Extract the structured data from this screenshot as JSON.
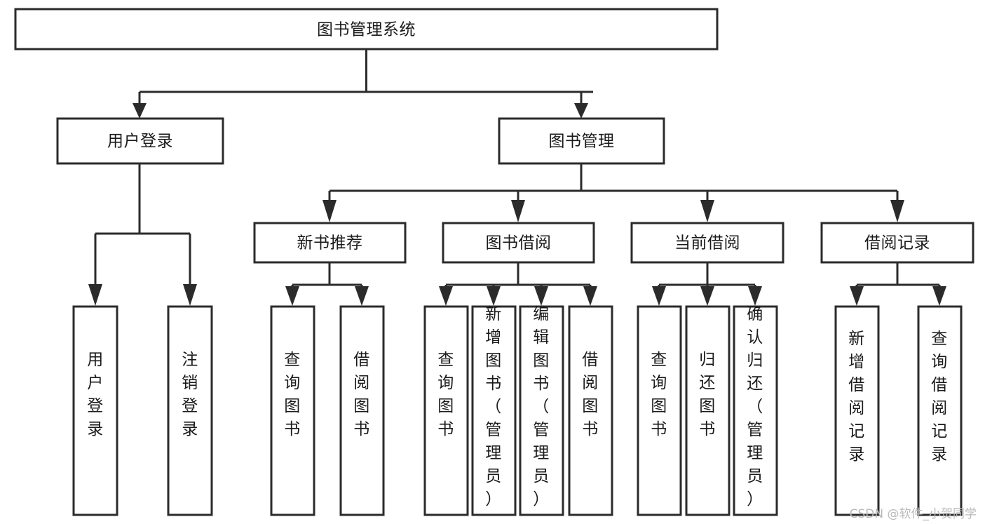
{
  "diagram": {
    "type": "tree-hierarchy-flowchart",
    "root": {
      "id": "root",
      "label": "图书管理系统"
    },
    "level2": [
      {
        "id": "user-login",
        "label": "用户登录"
      },
      {
        "id": "book-management",
        "label": "图书管理"
      }
    ],
    "level3": [
      {
        "id": "new-book-recommend",
        "label": "新书推荐",
        "parent": "book-management"
      },
      {
        "id": "book-borrow",
        "label": "图书借阅",
        "parent": "book-management"
      },
      {
        "id": "current-borrow",
        "label": "当前借阅",
        "parent": "book-management"
      },
      {
        "id": "borrow-record",
        "label": "借阅记录",
        "parent": "book-management"
      }
    ],
    "leaves": [
      {
        "id": "leaf-user-login",
        "label": "用户登录",
        "parent": "user-login"
      },
      {
        "id": "leaf-user-logout",
        "label": "注销登录",
        "parent": "user-login"
      },
      {
        "id": "leaf-query-book-1",
        "label": "查询图书",
        "parent": "new-book-recommend"
      },
      {
        "id": "leaf-borrow-book-1",
        "label": "借阅图书",
        "parent": "new-book-recommend"
      },
      {
        "id": "leaf-query-book-2",
        "label": "查询图书",
        "parent": "book-borrow"
      },
      {
        "id": "leaf-add-book",
        "label": "新增图书（管理员）",
        "parent": "book-borrow"
      },
      {
        "id": "leaf-edit-book",
        "label": "编辑图书（管理员）",
        "parent": "book-borrow"
      },
      {
        "id": "leaf-borrow-book-2",
        "label": "借阅图书",
        "parent": "book-borrow"
      },
      {
        "id": "leaf-query-book-3",
        "label": "查询图书",
        "parent": "current-borrow"
      },
      {
        "id": "leaf-return-book",
        "label": "归还图书",
        "parent": "current-borrow"
      },
      {
        "id": "leaf-confirm-return",
        "label": "确认归还（管理员）",
        "parent": "current-borrow"
      },
      {
        "id": "leaf-add-record",
        "label": "新增借阅记录",
        "parent": "borrow-record"
      },
      {
        "id": "leaf-query-record",
        "label": "查询借阅记录",
        "parent": "borrow-record"
      }
    ],
    "colors": {
      "box_fill": "#ffffff",
      "box_stroke": "#2b2b2b",
      "text": "#1a1a1a",
      "background": "#ffffff",
      "watermark": "#b9b9b9"
    }
  },
  "watermark": {
    "text": "CSDN @软件_小贺同学"
  }
}
